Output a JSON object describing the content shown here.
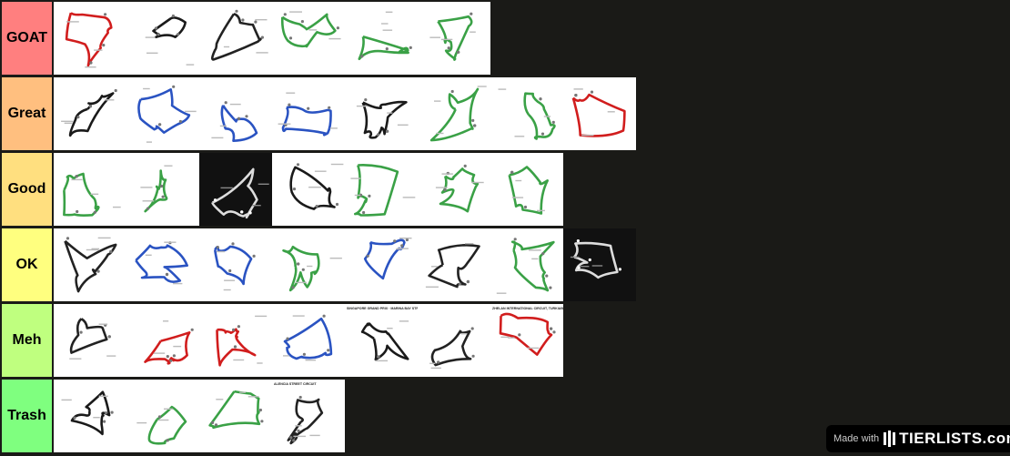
{
  "tiers": [
    {
      "label": "GOAT",
      "color": "#ff7f7f",
      "count": 6
    },
    {
      "label": "Great",
      "color": "#ffbf7f",
      "count": 8
    },
    {
      "label": "Good",
      "color": "#ffdf7f",
      "count": 7
    },
    {
      "label": "OK",
      "color": "#ffff7f",
      "count": 8
    },
    {
      "label": "Meh",
      "color": "#bfff7f",
      "count": 7
    },
    {
      "label": "Trash",
      "color": "#7fff7f",
      "count": 4
    }
  ],
  "dark_tiles": [
    [
      2,
      2
    ],
    [
      3,
      7
    ]
  ],
  "track_colors": [
    "#222222",
    "#d11d1d",
    "#2a53c2",
    "#3aa146",
    "#1a1a1a"
  ],
  "tile_captions": {
    "meh_4": "SINGAPORE GRAND PRIX · MARINA BAY STREET CIRCUIT",
    "meh_6": "ZHELAN INTERNATIONAL CIRCUIT, TURKIAB",
    "trash_3": "ALENCIA STREET CIRCUIT"
  },
  "watermark": {
    "made_with": "Made with",
    "brand": "TIERLISTS.com"
  }
}
